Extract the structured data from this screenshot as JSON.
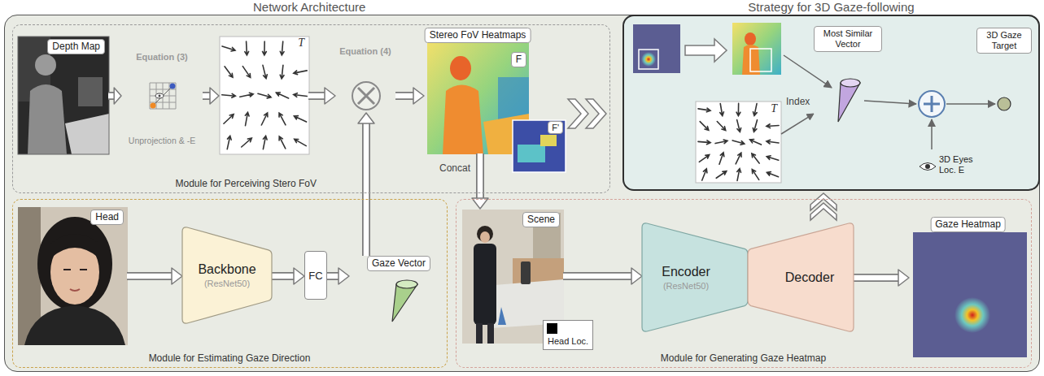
{
  "diagram": {
    "nodes": [
      {
        "text": [
          "Network Architecture"
        ]
      },
      {
        "text": [
          "Module for Perceiving Stero FoV"
        ],
        "in": 0
      },
      {
        "text": [
          "Depth Map"
        ],
        "in": 1
      },
      {
        "text": [
          "Equation (3)",
          "Unprojection & -E"
        ],
        "in": 1
      },
      {
        "text": [
          "T"
        ],
        "in": 1
      },
      {
        "text": [
          "Equation (4)"
        ],
        "in": 1
      },
      {
        "text": [
          "Stereo FoV Heatmaps",
          "F"
        ],
        "in": 1
      },
      {
        "text": [
          "F'"
        ],
        "in": 6
      },
      {
        "text": [
          "Module for Estimating Gaze Direction"
        ],
        "in": 0
      },
      {
        "text": [
          "Head"
        ],
        "in": 8
      },
      {
        "text": [
          "Backbone",
          "(ResNet50)"
        ],
        "in": 8
      },
      {
        "text": [
          "FC"
        ],
        "in": 8
      },
      {
        "text": [
          "Gaze Vector"
        ],
        "in": 8
      },
      {
        "text": [
          "Module for Generating Gaze Heatmap"
        ],
        "in": 0
      },
      {
        "text": [
          "Scene",
          "Head Loc."
        ],
        "in": 13
      },
      {
        "text": [
          "Encoder",
          "(ResNet50)"
        ],
        "in": 13
      },
      {
        "text": [
          "Decoder"
        ],
        "in": 13
      },
      {
        "text": [
          "Gaze Heatmap"
        ],
        "in": 13
      },
      {
        "text": [
          "Strategy for 3D Gaze-following"
        ]
      },
      {
        "text": [
          "Most Similar Vector"
        ],
        "in": 18
      },
      {
        "text": [
          "T"
        ],
        "in": 18
      },
      {
        "text": [
          "3D Gaze Target"
        ],
        "in": 18
      },
      {
        "text": [
          "3D Eyes Loc. E"
        ],
        "in": 18
      }
    ],
    "edges": [
      {
        "from": 2,
        "to": 3,
        "arrow": "to"
      },
      {
        "from": 3,
        "to": 4,
        "arrow": "to"
      },
      {
        "from": 4,
        "to": 5,
        "arrow": "to"
      },
      {
        "from": 5,
        "to": 6,
        "arrow": "to"
      },
      {
        "from": 12,
        "to": 5,
        "arrow": "to"
      },
      {
        "from": 9,
        "to": 10,
        "arrow": "to"
      },
      {
        "from": 10,
        "to": 11,
        "arrow": "to"
      },
      {
        "from": 11,
        "to": 12,
        "arrow": "to"
      },
      {
        "from": 6,
        "to": 14,
        "label": "Concat",
        "arrow": "to"
      },
      {
        "from": 14,
        "to": 15,
        "arrow": "to"
      },
      {
        "from": 16,
        "to": 17,
        "arrow": "to"
      },
      {
        "from": 20,
        "to": 19,
        "label": "Index",
        "arrow": "to"
      }
    ]
  }
}
